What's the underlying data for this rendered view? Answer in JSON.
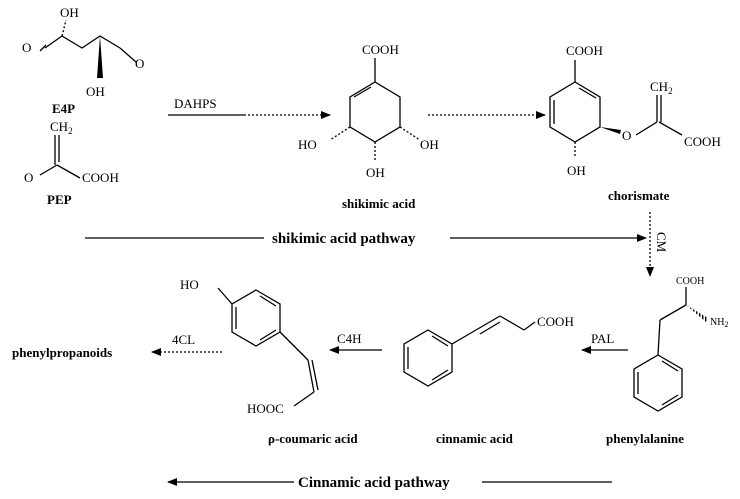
{
  "compounds": {
    "e4p": "E4P",
    "pep": "PEP",
    "shikimic_acid": "shikimic acid",
    "chorismate": "chorismate",
    "phenylalanine": "phenylalanine",
    "cinnamic_acid": "cinnamic  acid",
    "p_coumaric_acid": "ρ-coumaric acid",
    "phenylpropanoids": "phenylpropanoids"
  },
  "enzymes": {
    "dahps": "DAHPS",
    "cm": "CM",
    "pal": "PAL",
    "c4h": "C4H",
    "fourcl": "4CL"
  },
  "pathways": {
    "shikimic": "shikimic  acid  pathway",
    "cinnamic": "Cinnamic  acid   pathway"
  },
  "atoms": {
    "oh": "OH",
    "ho": "HO",
    "o": "O",
    "cooh": "COOH",
    "hooc": "HOOC",
    "ch2": "CH",
    "ch2_sub": "2",
    "nh2": "NH",
    "nh2_sub": "2"
  }
}
